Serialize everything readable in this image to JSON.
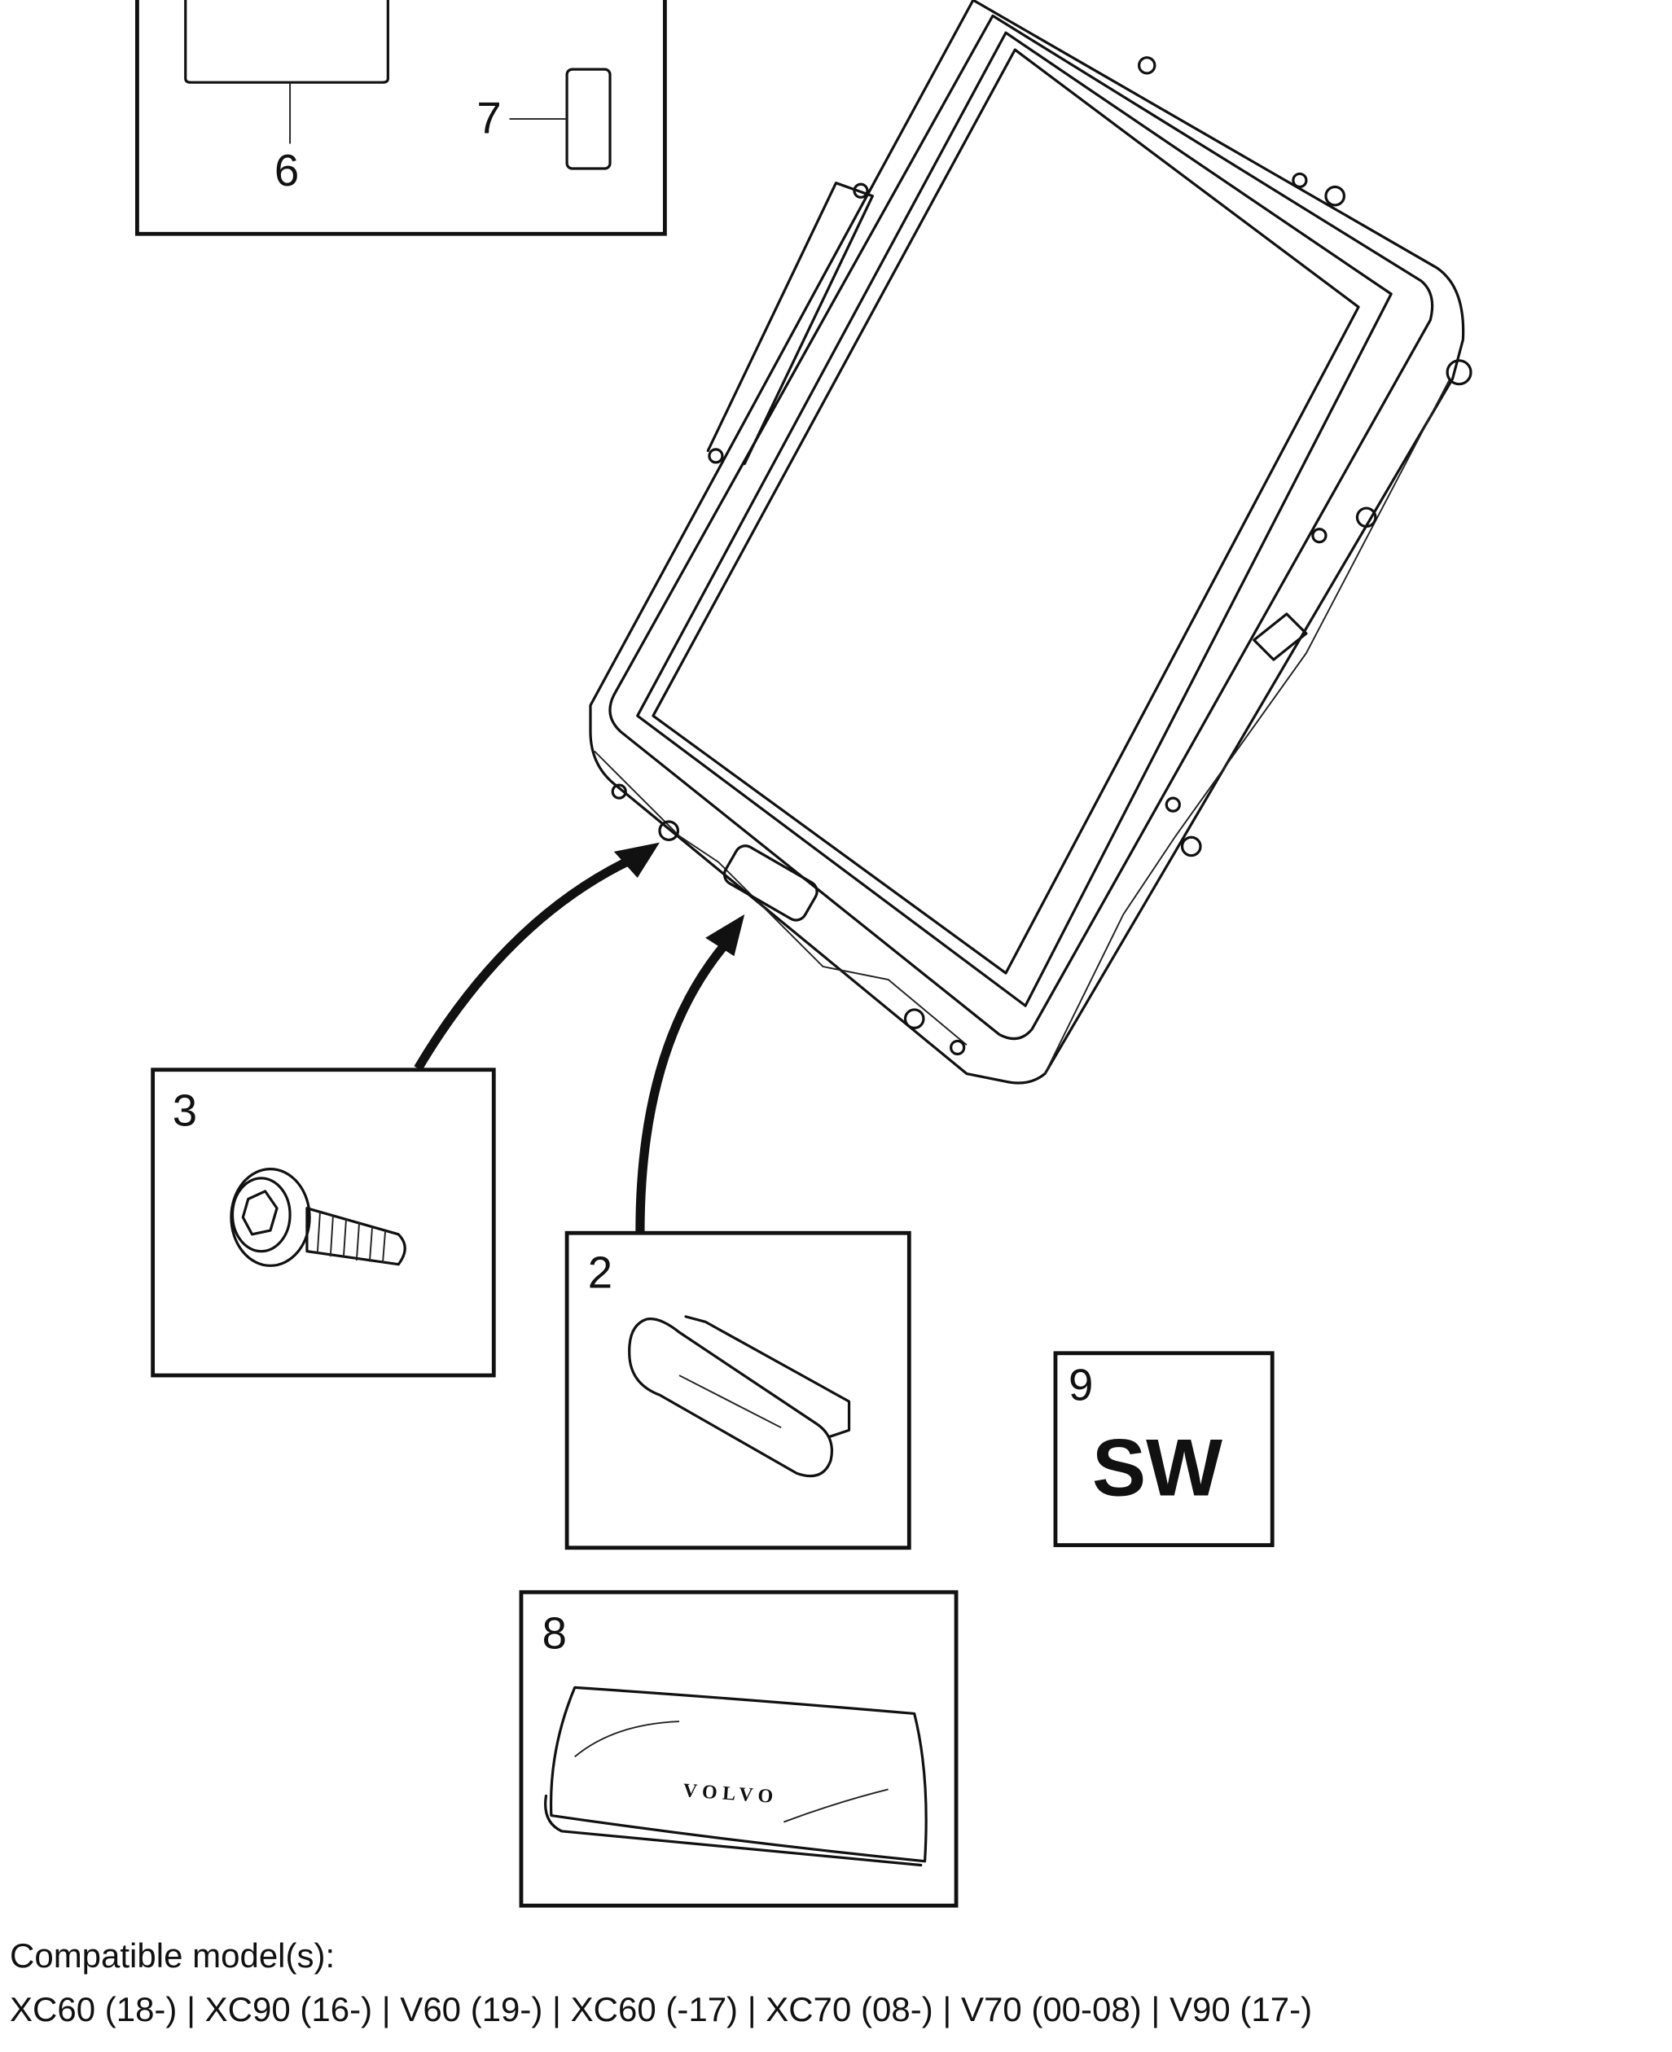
{
  "callouts": {
    "part_6": "6",
    "part_7": "7",
    "part_3": "3",
    "part_2": "2",
    "part_9": "9",
    "part_8": "8"
  },
  "software_badge": "SW",
  "pouch_logo": "VOLVO",
  "compatibility": {
    "label": "Compatible model(s):",
    "models": "XC60 (18-) | XC90 (16-) | V60 (19-) | XC60 (-17) | XC70 (08-) | V70 (00-08) | V90 (17-)"
  }
}
